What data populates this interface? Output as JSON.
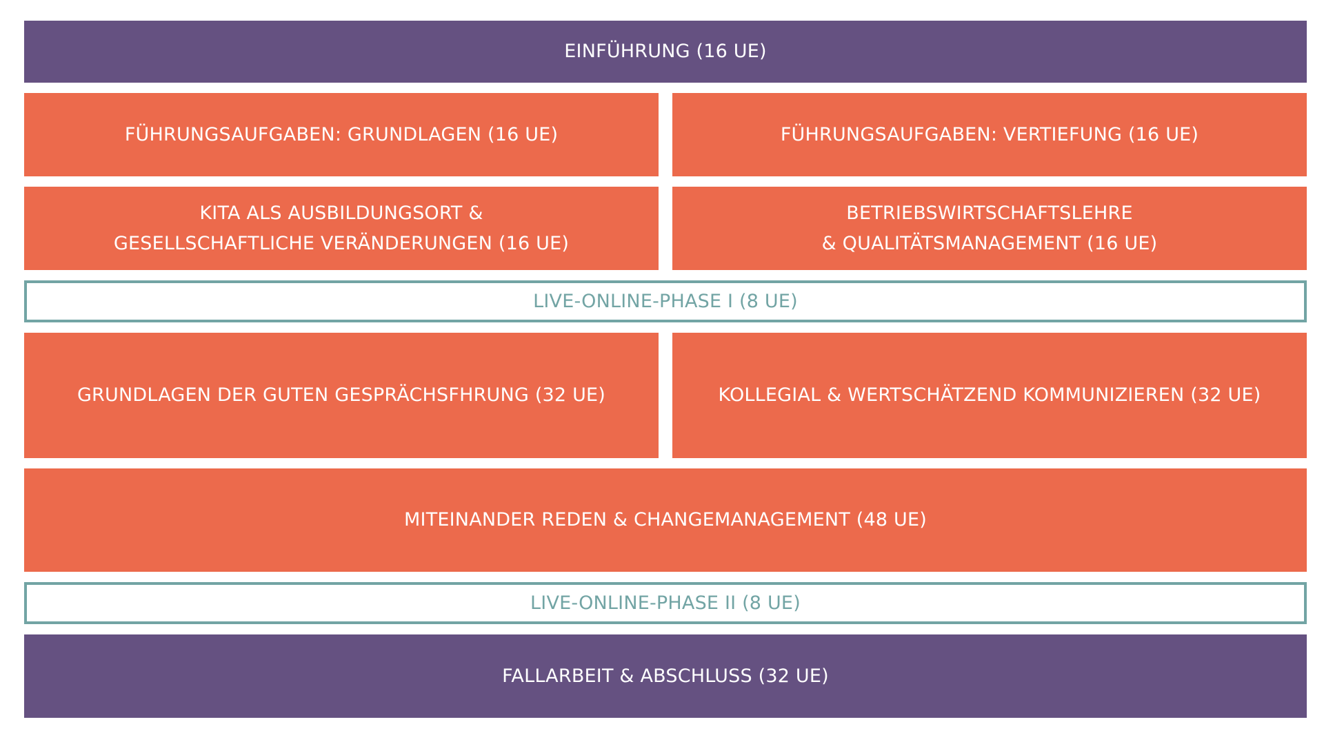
{
  "colors": {
    "purple": "#655181",
    "orange": "#ec6a4c",
    "teal": "#72a4a4"
  },
  "modules": {
    "einfuehrung": "EINFÜHRUNG (16 UE)",
    "fuehrung_grundlagen": "FÜHRUNGSAUFGABEN: GRUNDLAGEN (16 UE)",
    "fuehrung_vertiefung": "FÜHRUNGSAUFGABEN: VERTIEFUNG (16 UE)",
    "kita_line1": "KITA ALS AUSBILDUNGSORT &",
    "kita_line2": "GESELLSCHAFTLICHE VERÄNDERUNGEN (16 UE)",
    "bwl_line1": "BETRIEBSWIRTSCHAFTSLEHRE",
    "bwl_line2": "& QUALITÄTSMANAGEMENT (16 UE)",
    "live_online_1": "LIVE-ONLINE-PHASE I (8 UE)",
    "gespraechsfuehrung": "GRUNDLAGEN DER GUTEN GESPRÄCHSFHRUNG (32 UE)",
    "kollegial": "KOLLEGIAL & WERTSCHÄTZEND KOMMUNIZIEREN (32 UE)",
    "miteinander": "MITEINANDER REDEN & CHANGEMANAGEMENT (48 UE)",
    "live_online_2": "LIVE-ONLINE-PHASE II (8 UE)",
    "fallarbeit": "FALLARBEIT & ABSCHLUSS (32 UE)"
  }
}
